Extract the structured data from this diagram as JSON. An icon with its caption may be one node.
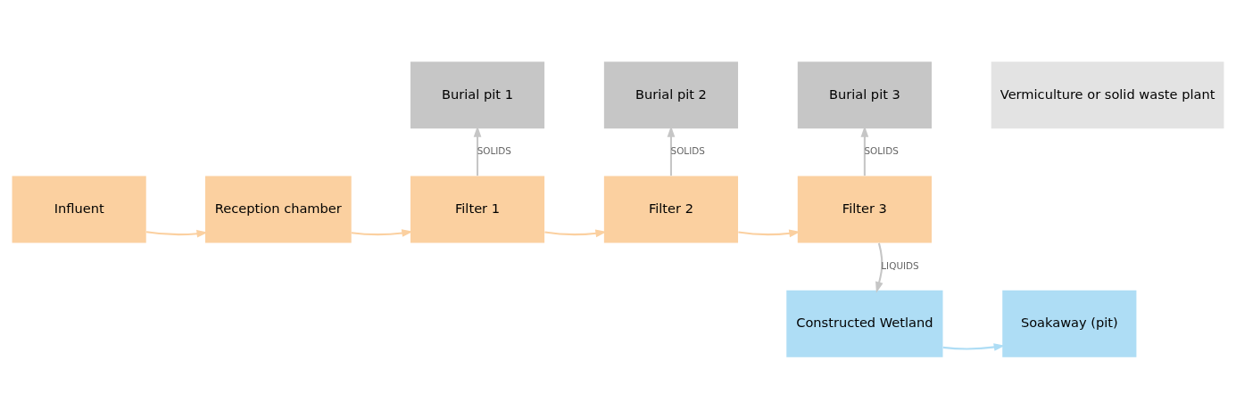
{
  "diagram": {
    "nodes": [
      {
        "text": [
          "Burial pit 1"
        ]
      },
      {
        "text": [
          "Burial pit 2"
        ]
      },
      {
        "text": [
          "Burial pit 3"
        ]
      },
      {
        "text": [
          "Vermiculture or solid waste plant"
        ]
      },
      {
        "text": [
          "Influent"
        ]
      },
      {
        "text": [
          "Reception chamber"
        ]
      },
      {
        "text": [
          "Filter 1"
        ]
      },
      {
        "text": [
          "Filter 2"
        ]
      },
      {
        "text": [
          "Filter 3"
        ]
      },
      {
        "text": [
          "Constructed Wetland"
        ]
      },
      {
        "text": [
          "Soakaway (pit)"
        ]
      }
    ],
    "edges": [
      {
        "from": 4,
        "to": 5,
        "arrow": "to",
        "color": "#fbd0a0"
      },
      {
        "from": 5,
        "to": 6,
        "arrow": "to",
        "color": "#fbd0a0"
      },
      {
        "from": 6,
        "to": 7,
        "arrow": "to",
        "color": "#fbd0a0"
      },
      {
        "from": 7,
        "to": 8,
        "arrow": "to",
        "color": "#fbd0a0"
      },
      {
        "from": 6,
        "to": 0,
        "arrow": "to",
        "label": "SOLIDS",
        "color": "#c6c6c6"
      },
      {
        "from": 7,
        "to": 1,
        "arrow": "to",
        "label": "SOLIDS",
        "color": "#c6c6c6"
      },
      {
        "from": 8,
        "to": 2,
        "arrow": "to",
        "label": "SOLIDS",
        "color": "#c6c6c6"
      },
      {
        "from": 8,
        "to": 9,
        "arrow": "to",
        "label": "LIQUIDS",
        "color": "#c6c6c6"
      },
      {
        "from": 9,
        "to": 10,
        "arrow": "to",
        "color": "#aeddf5"
      }
    ]
  }
}
